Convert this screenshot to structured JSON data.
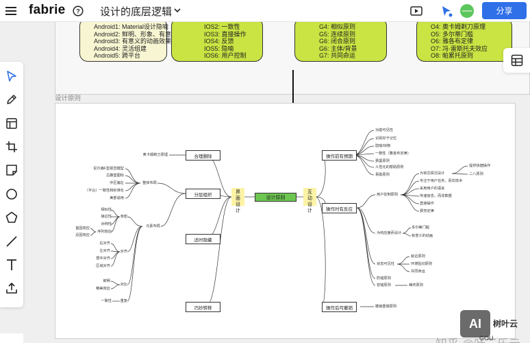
{
  "app": {
    "logo": "fabrie",
    "document_title": "设计的底层逻辑",
    "share_label": "分享",
    "avatar_glyph": "—",
    "accent": "#2f6fe8"
  },
  "upper": {
    "android_lines": [
      "Android1: Material设计隐喻",
      "Android2: 鲜明、形象、有意义",
      "Android3: 有意义的动画效果",
      "Android4: 灵活组建",
      "Android5: 跨平台"
    ],
    "ios_lines": [
      "IOS2: 一致性",
      "IOS3: 直接操作",
      "IOS4: 反馈",
      "IOS5: 隐喻",
      "IOS6: 用户控制"
    ],
    "gestalt_lines": [
      "G4: 相似原则",
      "G5: 连续原则",
      "G6: 闭合原则",
      "G6: 主体/背景",
      "G7: 共同命运"
    ],
    "laws_lines": [
      "O4: 奥卡姆剃刀原理",
      "O5: 多尔蒂门槛",
      "O6: 雅各布定律",
      "O7: 冯·雷斯托夫效应",
      "O8: 帕累托原则"
    ]
  },
  "frame_label": "设计原则",
  "mindmap": {
    "center": "设计原则",
    "left_hl": "界面\n设计",
    "right_hl": "互动\n设计",
    "left_nodes": [
      "合理删除",
      "分层组织",
      "适时隐藏",
      "巧妙转移"
    ],
    "right_nodes": [
      "操作前有预期",
      "操作时有反应",
      "操作后可撤销"
    ],
    "left_leaves": {
      "occam": "奥卡姆剃刀原理",
      "overall": "整体布局",
      "overall_items": [
        "尼尔森F型视觉模型",
        "古藤堡图标",
        "中区偏左",
        "（平台）一致性和标准化",
        "美部适用"
      ],
      "element": "元素布局",
      "proximity": "亲密",
      "proximity_items": [
        "相似性",
        "接近性",
        "对称性",
        "序列效应"
      ],
      "serial_items": [
        "首因效应",
        "近因效应"
      ],
      "align": "对齐",
      "align_items": [
        "右对齐",
        "左对齐",
        "居中对齐",
        "区域对齐"
      ],
      "contrast": "对比",
      "contrast_items": [
        "鲜明",
        "精美效应"
      ],
      "repeat": "重复",
      "consistency": "一致性"
    },
    "right_leaves": {
      "before_items": [
        "功能可见性",
        "识别好于记忆",
        "隐喻/拟物",
        "一致性（雅各布定律）",
        "费曼原则",
        "人性化的帮助原则",
        "易取原则"
      ],
      "user_control": "用户控制原则",
      "expect_design": "为常见情况设计",
      "expect_items": [
        "提供快捷操作",
        "二八原则"
      ],
      "control_items": [
        "专注于用户任务，而非技术",
        "采用用户的语言",
        "传递信息，而非数据",
        "直接操作",
        "费茨定律"
      ],
      "response": "为响应度而设计",
      "response_items": [
        "多尔蒂门槛",
        "有意义的动画"
      ],
      "status": "状态可见性",
      "status_items": [
        "就近原则",
        "环境贴切原则",
        "共同命运"
      ],
      "error_prevent": "防错原则",
      "error_tolerance": "容错原则",
      "peak_end": "峰终原则",
      "undo": "撤销重做原则"
    }
  },
  "watermark": {
    "text": "知乎 @叶三乐云",
    "badge": "AI",
    "brand": "树叶云"
  },
  "bottom_right": "GOU"
}
